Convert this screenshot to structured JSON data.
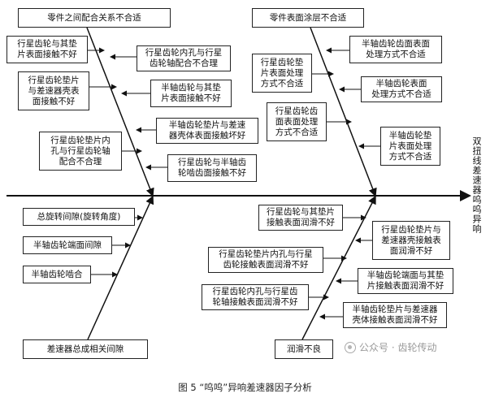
{
  "categories": {
    "top_left": "零件之间配合关系不合适",
    "top_right": "零件表面涂层不合适",
    "bottom_left": "差速器总成相关间隙",
    "bottom_right": "润滑不良"
  },
  "effect": "双扭线差速器呜呜异响",
  "causes": {
    "tl1": "行星齿轮与其垫\n片表面接触不好",
    "tl2": "行星齿轮内孔与行星\n齿轮轴配合不合理",
    "tl3": "行星齿轮垫片\n与差速器壳表\n面接触不好",
    "tl4": "半轴齿轮与其垫\n片表面接触不好",
    "tl5": "半轴齿轮垫片与差速\n器壳体表面接触坏好",
    "tl6": "行星齿轮垫片内\n孔与行星齿轮轴\n配合不合理",
    "tl7": "行星齿轮与半轴齿\n轮啮齿面接触不好",
    "tr1": "半轴齿轮齿面表面\n处理方式不合适",
    "tr2": "行星齿轮垫\n片表面处理\n方式不合适",
    "tr3": "半轴齿轮表面\n处理方式不合适",
    "tr4": "行星齿轮齿\n面表面处理\n方式不合适",
    "tr5": "半轴齿轮垫\n片表面处理\n方式不合适",
    "bl1": "总旋转间隙(旋转角度)",
    "bl2": "半轴齿轮端面间隙",
    "bl3": "半轴齿轮啮合",
    "br1": "行星齿轮与其垫片\n接触表面润滑不好",
    "br2": "行星齿轮垫片与\n差速器壳接触表\n面润滑不好",
    "br3": "行星齿轮垫片内孔与行星\n齿轮接触表面润滑不好",
    "br4": "半轴齿轮端面与其垫\n片接触表面润滑不好",
    "br5": "行星齿轮内孔与行星齿\n轮轴接触表面润滑不好",
    "br6": "半轴齿轮垫片与差速器\n壳体接触表面润滑不好"
  },
  "watermark": "公众号 · 齿轮传动",
  "caption": "图 5 “呜呜”异响差速器因子分析"
}
